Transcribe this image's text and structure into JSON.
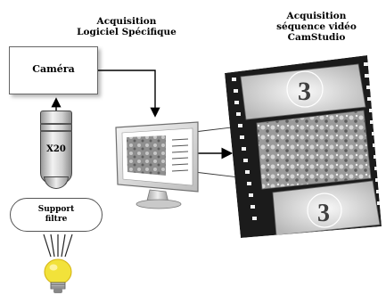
{
  "titles": {
    "software": [
      "Acquisition",
      "Logiciel Spécifique"
    ],
    "sequence": [
      "Acquisition",
      "séquence vidéo",
      "CamStudio"
    ]
  },
  "camera": {
    "label": "Caméra"
  },
  "objective": {
    "label": "X20"
  },
  "support": {
    "label_lines": [
      "Support",
      "filtre"
    ]
  },
  "film": {
    "countdown_digit": "3"
  },
  "colors": {
    "film_black": "#1b1b1b",
    "frame_gray": "#b9b9b9",
    "bulb_yellow": "#f2e23a",
    "bulb_base": "#b5b5b5",
    "monitor_frame": "#e4e4e4"
  },
  "icons": {
    "lamp": "light-bulb-icon",
    "monitor": "computer-monitor-icon",
    "film": "film-strip-icon"
  }
}
